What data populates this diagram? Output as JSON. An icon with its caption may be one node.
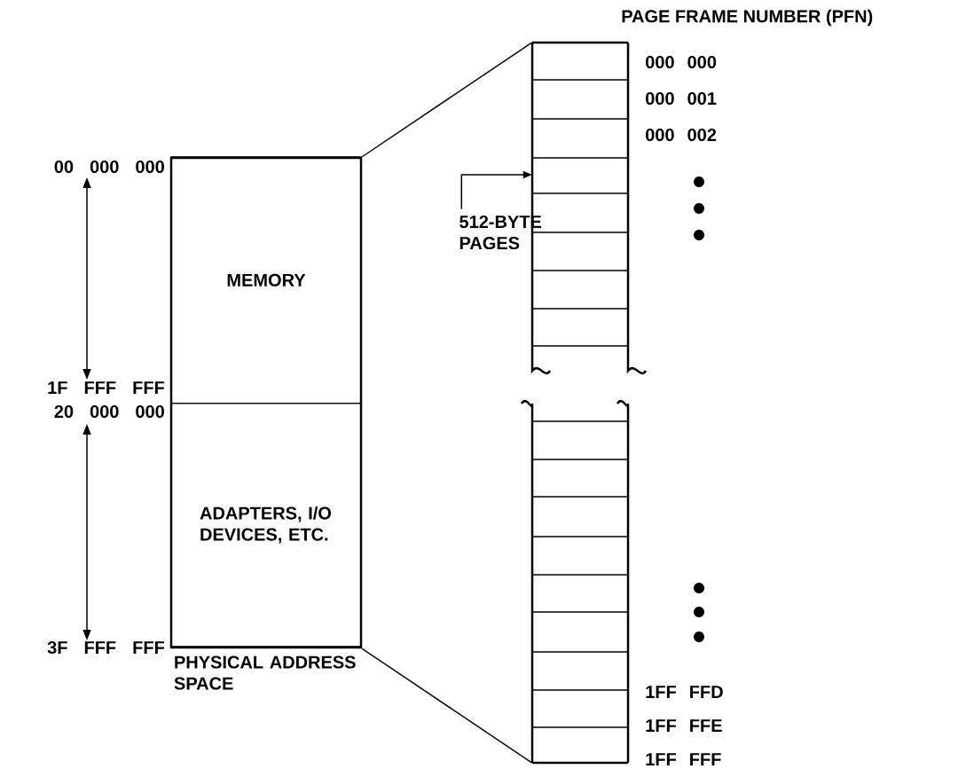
{
  "diagram": {
    "nodes": [
      {
        "text": [],
        "shape": "box",
        "beside": [
          "PHYSICAL ADDRESS SPACE"
        ]
      },
      {
        "text": [
          "MEMORY"
        ],
        "in": 0
      },
      {
        "text": [
          "ADAPTERS, I/O DEVICES, ETC."
        ],
        "in": 0
      },
      {
        "text": [],
        "shape": "box"
      },
      {
        "text": [
          "512-BYTE PAGES"
        ]
      }
    ],
    "edges": [
      {
        "from": 0,
        "to": 3,
        "arrow": "none"
      },
      {
        "from": 0,
        "to": 3,
        "arrow": "none"
      },
      {
        "from": 4,
        "to": 3,
        "arrow": "to"
      }
    ],
    "labels": [
      "PAGE FRAME NUMBER (PFN)",
      "000 000",
      "000 001",
      "000 002",
      "00 000 000",
      "1F FFF FFF",
      "20 000 000",
      "3F FFF FFF",
      "1FF FFD",
      "1FF FFE",
      "1FF FFF"
    ]
  }
}
